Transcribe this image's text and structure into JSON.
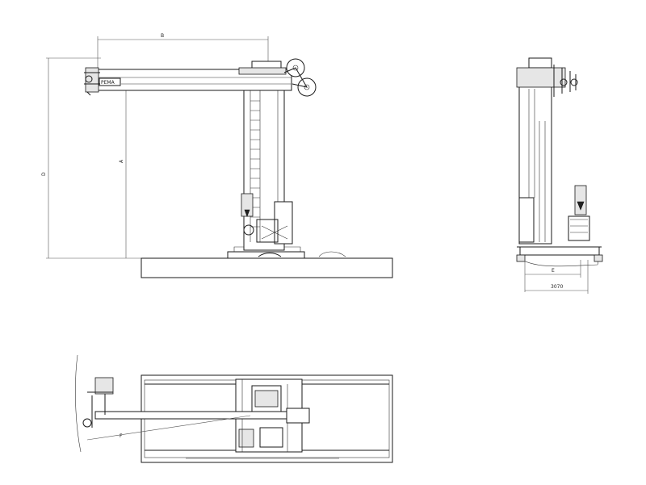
{
  "drawing": {
    "brand_label": "PEMA",
    "dimensions": {
      "front": {
        "a": "A",
        "b": "B",
        "d": "D"
      },
      "side": {
        "e": "E",
        "width": "3070"
      },
      "top": {
        "f": "F"
      }
    }
  }
}
